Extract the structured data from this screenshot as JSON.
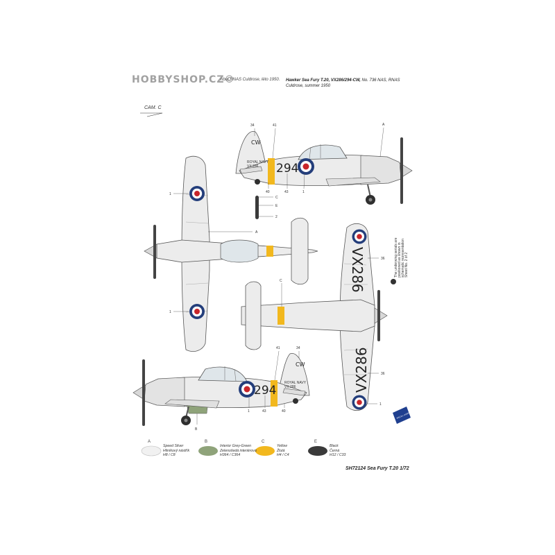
{
  "watermark": "HOBBYSHOP.CZ©",
  "header": {
    "left_text": "nbu, RNAS Culdrose, léto 1950.",
    "right_bold": "Hawker Sea Fury T.20, VX286/294-CW,",
    "right_rest": " No. 736 NAS, RNAS Culdrose, summer 1950"
  },
  "cam_label": "CAM. C",
  "aircraft": {
    "code_side": "294",
    "unit_code": "CW",
    "serial": "VX286"
  },
  "callouts": [
    "1",
    "2",
    "34",
    "36",
    "40",
    "41",
    "43",
    "A",
    "B",
    "C",
    "E"
  ],
  "stencils": {
    "small_side": [
      "ROYAL NAVY",
      "VX 286"
    ],
    "vertical_note": [
      "The underwing serials are",
      "positioned as shown in",
      "schematic representation",
      "Sheet No. 2 of 2"
    ]
  },
  "legend": [
    {
      "key": "A",
      "lines": [
        "Speed Silver",
        "Hliníkový nástřík",
        "H8 / C8"
      ],
      "color": "#f1f1f1"
    },
    {
      "key": "B",
      "lines": [
        "Interior Grey-Green",
        "Zelenošedá interiérová",
        "H364 / C364"
      ],
      "color": "#8fa37a"
    },
    {
      "key": "C",
      "lines": [
        "Yellow",
        "Žlutá",
        "H4 / C4"
      ],
      "color": "#f2b81e"
    },
    {
      "key": "E",
      "lines": [
        "Black",
        "Černá",
        "H12 / C33"
      ],
      "color": "#3a3a3a"
    }
  ],
  "badge_text": "SPECIAL HOBBY",
  "footer": "SH72124 Sea Fury T.20 1/72",
  "colors": {
    "silver": "#ececec",
    "yellow": "#f2b81e",
    "navy": "#243e7b",
    "red": "#c8252a",
    "green": "#8fa37a",
    "black": "#222222"
  }
}
